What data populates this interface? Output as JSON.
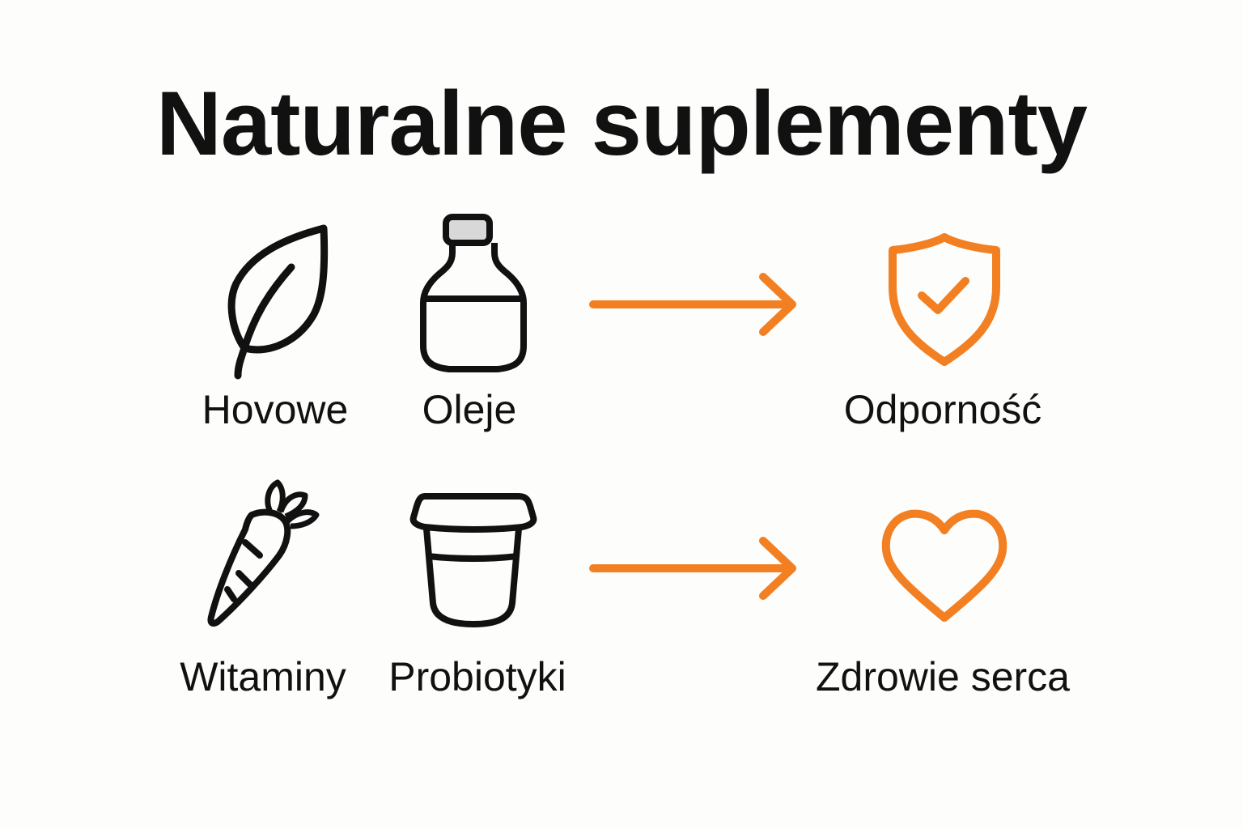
{
  "title": "Naturalne suplementy",
  "colors": {
    "accent": "#f27f22",
    "ink": "#111111",
    "background": "#fdfdfb"
  },
  "sources": [
    {
      "label": "Hovowe",
      "icon": "leaf-icon"
    },
    {
      "label": "Oleje",
      "icon": "bottle-icon"
    },
    {
      "label": "Witaminy",
      "icon": "carrot-icon"
    },
    {
      "label": "Probiotyki",
      "icon": "cup-icon"
    }
  ],
  "arrows": [
    {
      "icon": "arrow-right-icon"
    },
    {
      "icon": "arrow-right-icon"
    }
  ],
  "benefits": [
    {
      "label": "Odporność",
      "icon": "shield-check-icon"
    },
    {
      "label": "Zdrowie serca",
      "icon": "heart-icon"
    }
  ]
}
